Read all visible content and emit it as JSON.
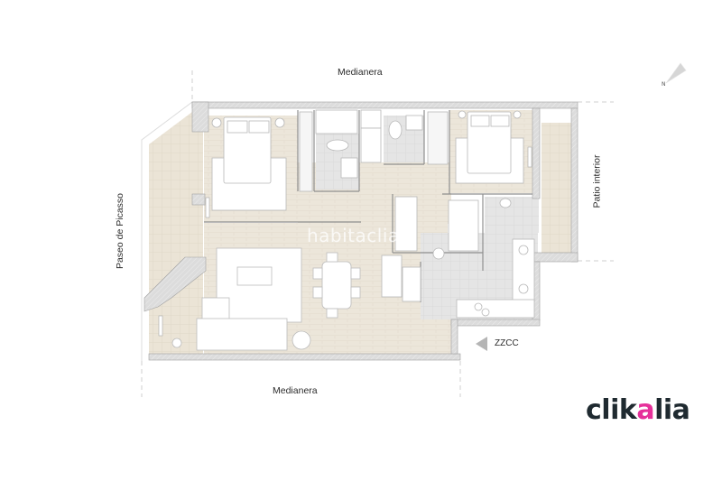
{
  "labels": {
    "top": "Medianera",
    "bottom": "Medianera",
    "left": "Paseo de Picasso",
    "right": "Patio interior",
    "entrance": "ZZCC"
  },
  "compass": {
    "icon": "north-arrow-icon",
    "letter": "N"
  },
  "watermark": "habitaclia",
  "logo": {
    "prefix": "clik",
    "accent": "a",
    "suffix": "lia",
    "accent_color": "#e6309a",
    "text_color": "#1f2a30"
  },
  "colors": {
    "floor_wood": "#ece6da",
    "floor_tile": "#e4e4e4",
    "wall": "#d9d9d9",
    "wall_stroke": "#9a9a9a",
    "furniture": "#ffffff"
  },
  "rooms": [
    {
      "name": "terrace"
    },
    {
      "name": "bedroom-1"
    },
    {
      "name": "bathroom-1"
    },
    {
      "name": "bathroom-2"
    },
    {
      "name": "bedroom-2"
    },
    {
      "name": "living-dining"
    },
    {
      "name": "bedroom-3"
    },
    {
      "name": "kitchen"
    },
    {
      "name": "hallway"
    }
  ]
}
